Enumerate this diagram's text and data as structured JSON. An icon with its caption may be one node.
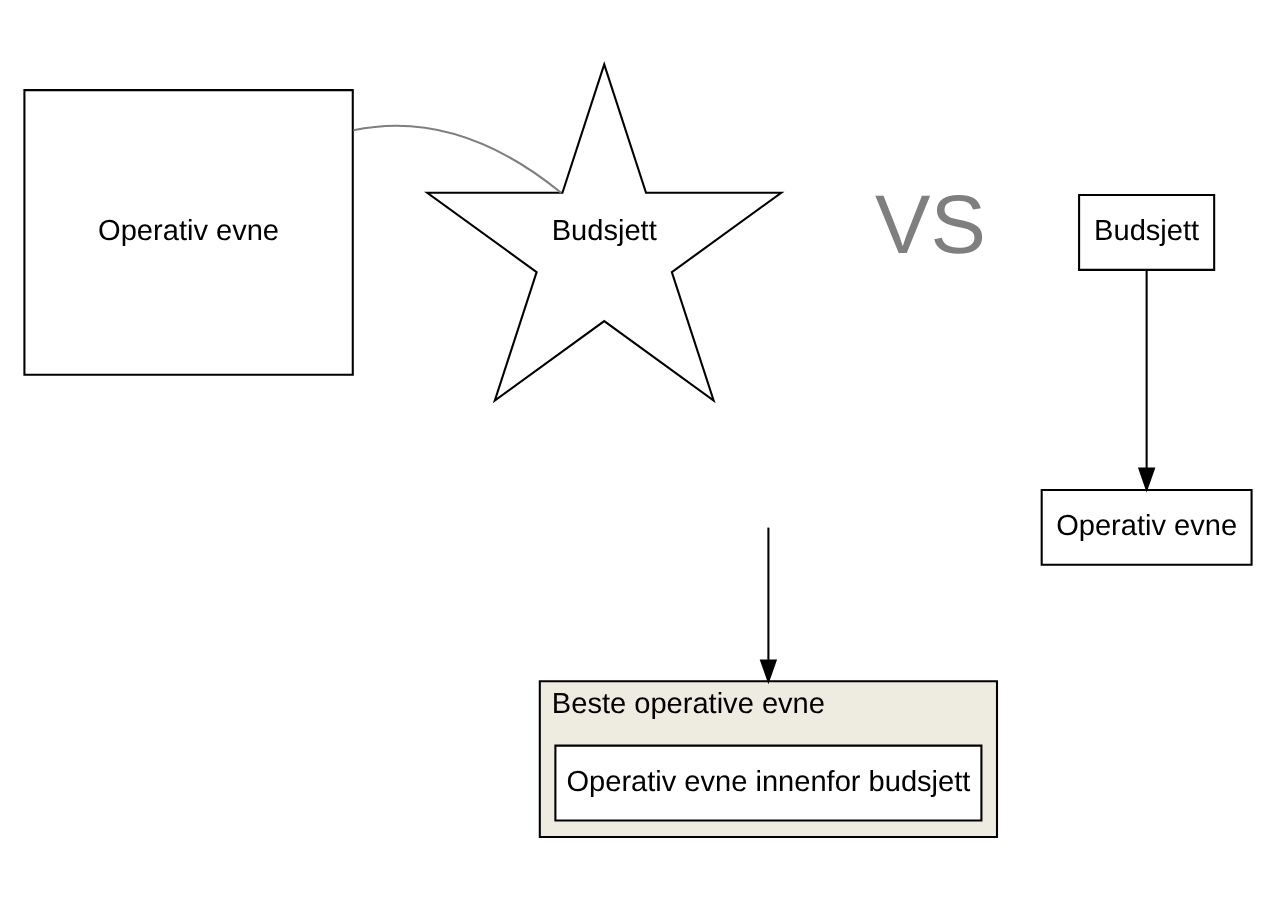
{
  "diagram": {
    "nodes": [
      {
        "text": [
          "Operativ evne"
        ]
      },
      {
        "text": [
          "Budsjett"
        ]
      },
      {
        "text": [
          "Budsjett"
        ]
      },
      {
        "text": [
          "Operativ evne"
        ]
      },
      {
        "text": [
          "Beste operative evne"
        ]
      },
      {
        "text": [
          "Operativ evne innenfor budsjett"
        ],
        "in": 4
      }
    ],
    "edges": [
      {
        "from": 0,
        "to": 1,
        "arrow": "none",
        "color": "#7f7f7f"
      },
      {
        "from": 2,
        "to": 3,
        "arrow": "to"
      },
      {
        "from": null,
        "to": 4,
        "arrow": "to"
      }
    ],
    "labels": [
      "VS"
    ]
  }
}
